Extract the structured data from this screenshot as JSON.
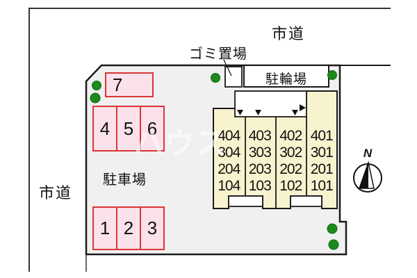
{
  "roads": {
    "top_label": "市道",
    "left_label": "市道"
  },
  "garbage_area": {
    "label": "ゴミ置場"
  },
  "bicycle_parking": {
    "label": "駐輪場"
  },
  "car_parking": {
    "label": "駐車場",
    "spots": [
      "1",
      "2",
      "3",
      "4",
      "5",
      "6",
      "7"
    ]
  },
  "building": {
    "room_rows": [
      [
        "404",
        "403",
        "402",
        "401"
      ],
      [
        "304",
        "303",
        "302",
        "301"
      ],
      [
        "204",
        "203",
        "202",
        "201"
      ],
      [
        "104",
        "103",
        "102",
        "101"
      ]
    ]
  },
  "compass": {
    "label": "N"
  },
  "watermark": {
    "text": "ハウス"
  },
  "icons": {
    "tree": "tree-icon",
    "compass": "compass-north-icon",
    "entrance_marker": "entrance-marker-icon"
  },
  "colors": {
    "site_fill": "#F0F0F0",
    "building_fill": "#F8F3CF",
    "parking_fill": "#FBE2EA",
    "parking_border": "#D93535",
    "tree_green": "#1C8A1C",
    "outline": "#1A1A1A"
  }
}
